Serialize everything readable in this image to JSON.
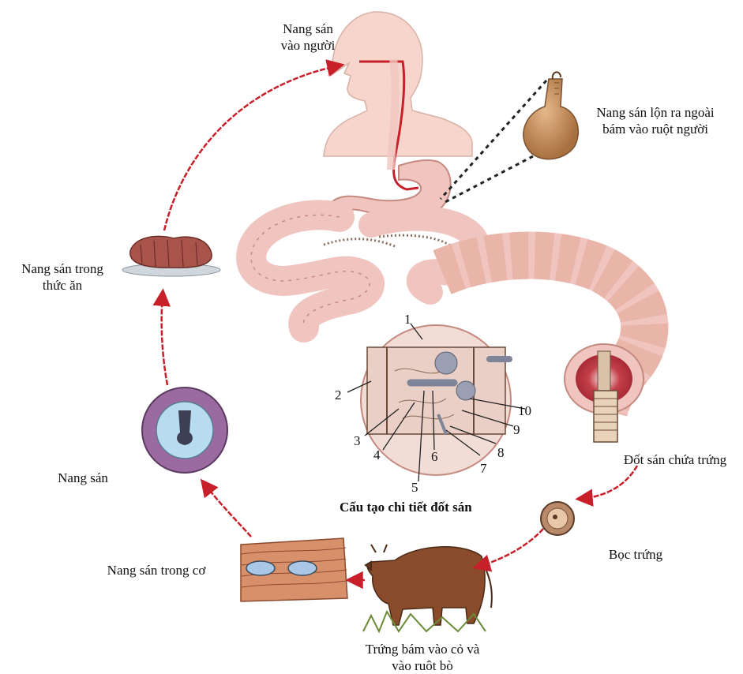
{
  "labels": {
    "cyst_into_human": [
      "Nang sán",
      "vào người"
    ],
    "cyst_attach_intestine": [
      "Nang sán lộn ra ngoài",
      "bám vào ruột người"
    ],
    "cyst_in_food": [
      "Nang sán trong",
      "thức ăn"
    ],
    "cyst": "Nang sán",
    "cyst_in_muscle": "Nang sán trong cơ",
    "segment_with_eggs": "Đốt sán chứa trứng",
    "egg_capsule": "Bọc trứng",
    "eggs_on_grass": [
      "Trứng bám vào cỏ và",
      "vào ruôt bò"
    ]
  },
  "caption": "Cấu tạo chi tiết đốt sán",
  "part_numbers": [
    "1",
    "2",
    "3",
    "4",
    "5",
    "6",
    "7",
    "8",
    "9",
    "10"
  ],
  "colors": {
    "arrow": "#c8202a",
    "skin": "#f6d6cc",
    "intestine": "#f1c5bf",
    "intestine_band": "#e2a897",
    "leader": "#222222",
    "cyst_body": "#c08a5a",
    "cow": "#8a4b2a"
  }
}
